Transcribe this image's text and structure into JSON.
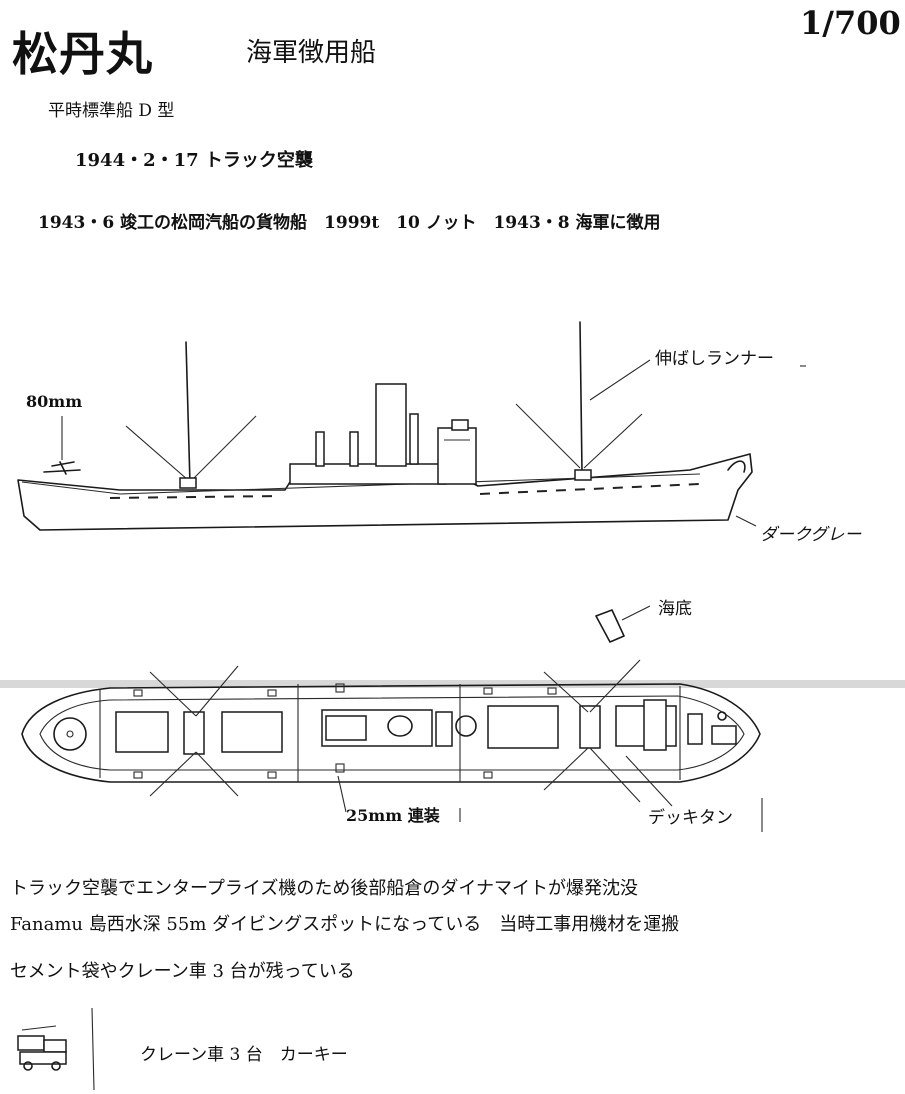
{
  "header": {
    "title": "松丹丸",
    "subtitle": "海軍徴用船",
    "scale": "1/700"
  },
  "info": {
    "ship_class": "平時標準船 D 型",
    "event": "1944・2・17 トラック空襲",
    "specs": "1943・6 竣工の松岡汽船の貨物船　1999t　10 ノット　1943・8 海軍に徴用"
  },
  "labels": {
    "gun": "80mm",
    "runner": "伸ばしランナー",
    "color": "ダークグレー",
    "seabed": "海底",
    "aa_guns": "25mm 連装",
    "deck_tank": "デッキタン"
  },
  "notes": [
    "トラック空襲でエンタープライズ機のため後部船倉のダイナマイトが爆発沈没",
    "Fanamu 島西水深 55m ダイビングスポットになっている　当時工事用機材を運搬",
    "セメント袋やクレーン車 3 台が残っている"
  ],
  "crane_note": "クレーン車 3 台　カーキー"
}
